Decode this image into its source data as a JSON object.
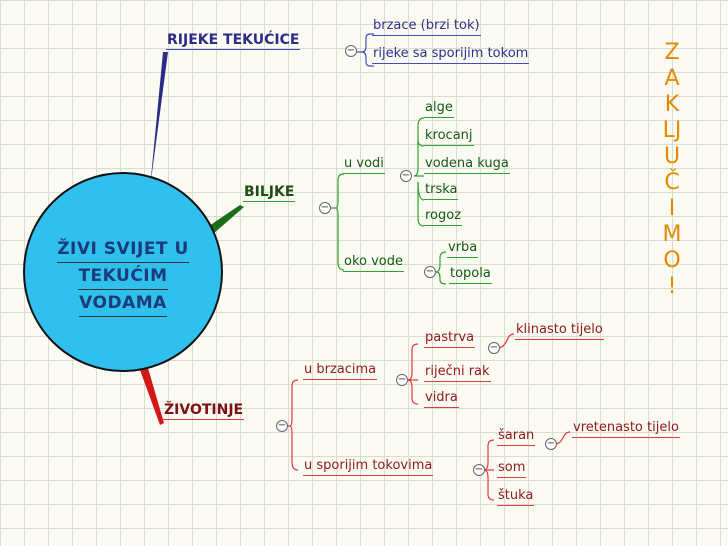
{
  "central": {
    "lines": [
      "ŽIVI SVIJET U",
      "TEKUĆIM",
      "VODAMA"
    ]
  },
  "branches": [
    {
      "id": "rijeke",
      "label": "RIJEKE TEKUĆICE",
      "color": "#3f4fb5",
      "children": [
        {
          "label": "brzace (brzi tok)"
        },
        {
          "label": "rijeke sa sporijim tokom"
        }
      ]
    },
    {
      "id": "biljke",
      "label": "BILJKE",
      "color": "#2ea12e",
      "children": [
        {
          "label": "u vodi",
          "children": [
            "alge",
            "krocanj",
            "vodena kuga",
            "trska",
            "rogoz"
          ]
        },
        {
          "label": "oko vode",
          "children": [
            "vrba",
            "topola"
          ]
        }
      ]
    },
    {
      "id": "zivotinje",
      "label": "ŽIVOTINJE",
      "color": "#e23a3a",
      "children": [
        {
          "label": "u brzacima",
          "children": [
            {
              "label": "pastrva",
              "note": "klinasto tijelo"
            },
            {
              "label": "riječni rak"
            },
            {
              "label": "vidra"
            }
          ]
        },
        {
          "label": "u sporijim tokovima",
          "children": [
            {
              "label": "šaran",
              "note": "vretenasto tijelo"
            },
            {
              "label": "som"
            },
            {
              "label": "štuka"
            }
          ]
        }
      ]
    }
  ],
  "side_text": [
    "Z",
    "A",
    "K",
    "LJ",
    "U",
    "Č",
    "I",
    "M",
    "O",
    "!"
  ],
  "colors": {
    "center": "#2fc0ee",
    "side_text": "#e38a00"
  }
}
